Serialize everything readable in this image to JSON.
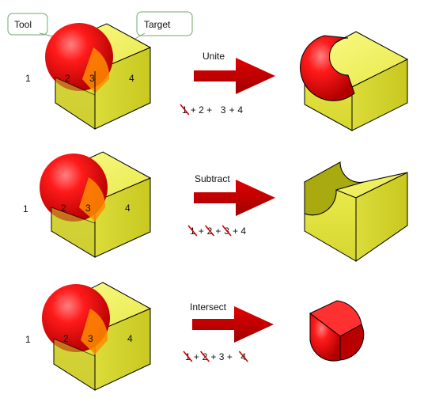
{
  "callouts": {
    "tool": "Tool",
    "target": "Target"
  },
  "operations": [
    {
      "name": "Unite",
      "labels": [
        "1",
        "2",
        "3",
        "4"
      ],
      "terms": [
        {
          "t": "1",
          "struck": true
        },
        {
          "t": "+ 2 +",
          "struck": false
        },
        {
          "t": "3",
          "struck": false
        },
        {
          "t": "+",
          "struck": false
        },
        {
          "t": "4",
          "struck": false
        }
      ]
    },
    {
      "name": "Subtract",
      "labels": [
        "1",
        "2",
        "3",
        "4"
      ],
      "terms": [
        {
          "t": "1",
          "struck": true
        },
        {
          "t": "+",
          "struck": false
        },
        {
          "t": "2",
          "struck": true
        },
        {
          "t": "+",
          "struck": false
        },
        {
          "t": "3",
          "struck": true
        },
        {
          "t": "+ 4",
          "struck": false
        }
      ]
    },
    {
      "name": "Intersect",
      "labels": [
        "1",
        "2",
        "3",
        "4"
      ],
      "terms": [
        {
          "t": "1",
          "struck": true
        },
        {
          "t": "+",
          "struck": false
        },
        {
          "t": "2",
          "struck": true
        },
        {
          "t": "+ 3 +",
          "struck": false
        },
        {
          "t": "4",
          "struck": true
        }
      ]
    }
  ],
  "colors": {
    "sphere": "#e60000",
    "cube": "#e6e600",
    "overlap": "#ff8c00",
    "arrow": "#cc0000",
    "strike": "#d00000"
  }
}
